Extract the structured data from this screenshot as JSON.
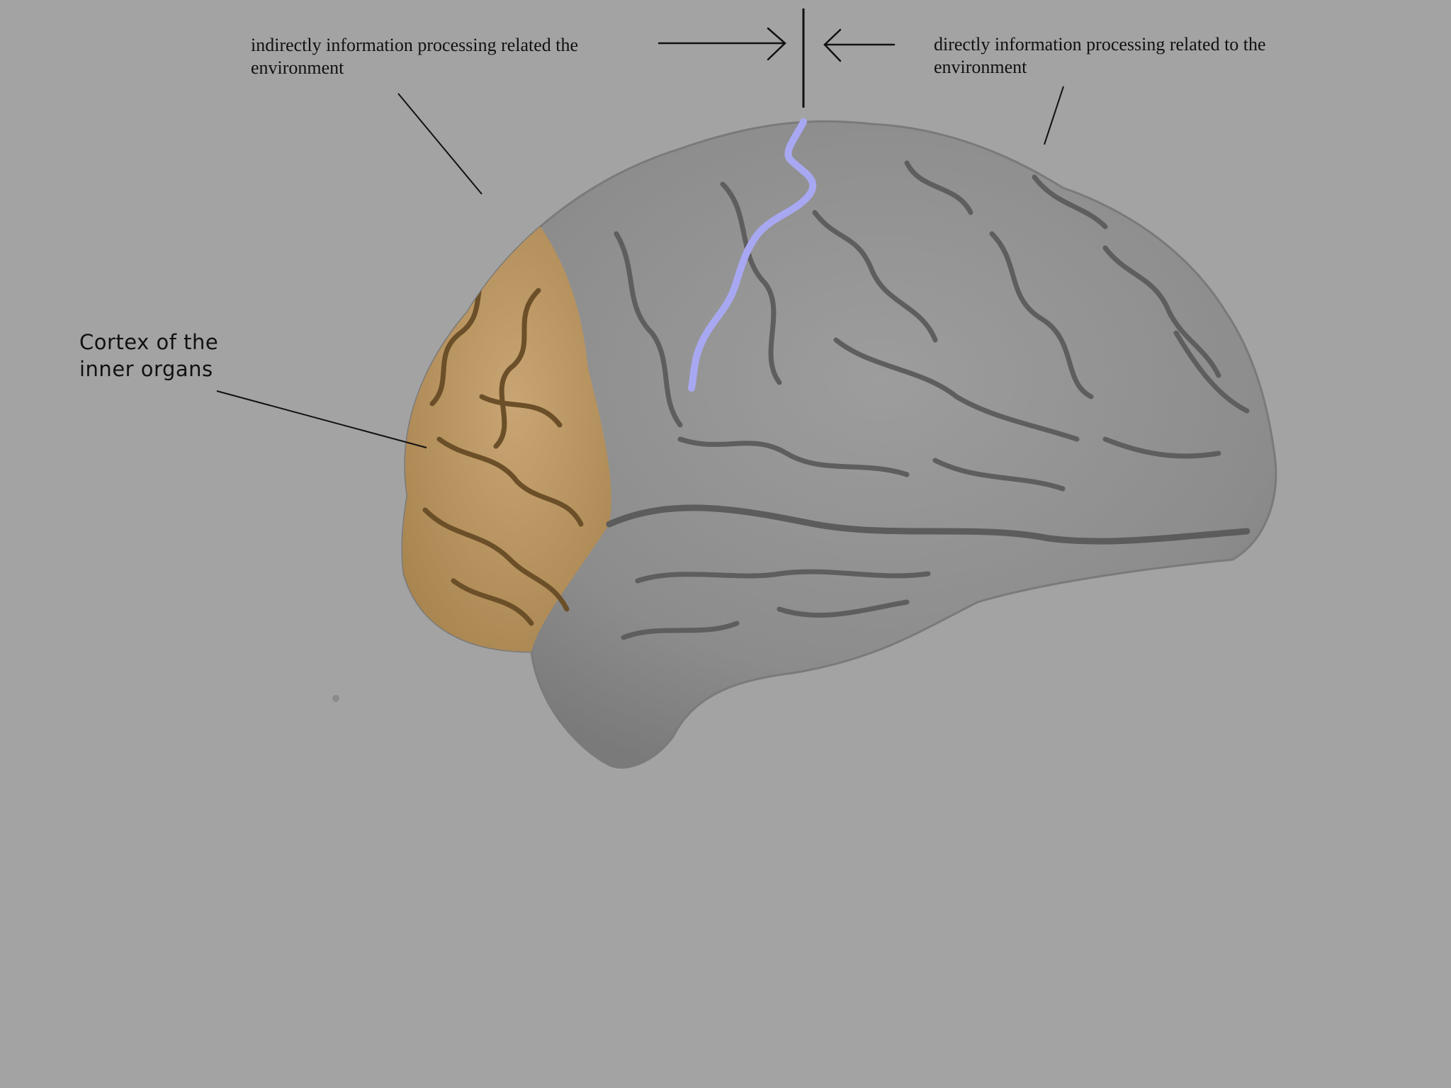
{
  "labels": {
    "indirect": "indirectly information processing related the\nenvironment",
    "direct": "directly information processing related to the\nenvironment",
    "inner_organs": "Cortex of the\ninner organs"
  },
  "colors": {
    "background": "#a3a3a3",
    "cortex_gray": "#8f8f8f",
    "inner_organs_region": "#c29d6a",
    "central_sulcus": "#a8a8f2",
    "line": "#111111"
  },
  "icons": [
    "arrow-right-icon",
    "arrow-left-icon"
  ]
}
